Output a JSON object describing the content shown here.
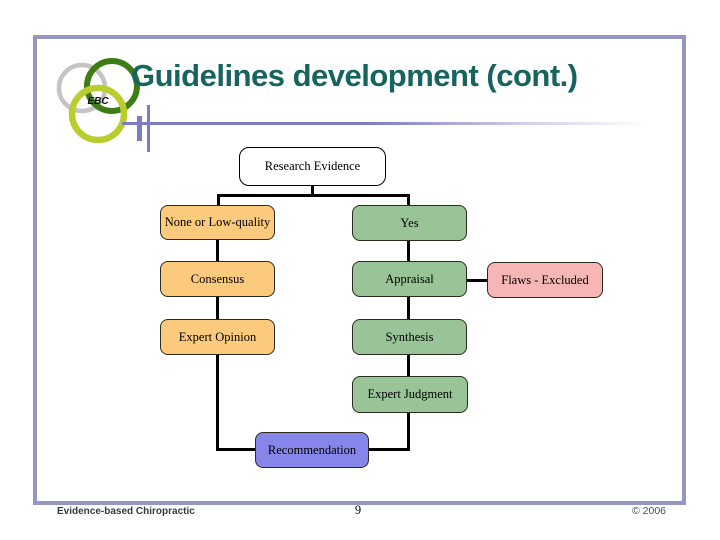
{
  "header": {
    "title": "Guidelines development (cont.)"
  },
  "logo": {
    "text": "EBC"
  },
  "diagram": {
    "type": "flowchart",
    "nodes": {
      "research": {
        "label": "Research Evidence",
        "style": "white"
      },
      "none_low": {
        "label": "None or Low-quality",
        "style": "orange"
      },
      "yes": {
        "label": "Yes",
        "style": "green"
      },
      "consensus": {
        "label": "Consensus",
        "style": "orange"
      },
      "appraisal": {
        "label": "Appraisal",
        "style": "green"
      },
      "flaws": {
        "label": "Flaws - Excluded",
        "style": "pink"
      },
      "expert_opinion": {
        "label": "Expert Opinion",
        "style": "orange"
      },
      "synthesis": {
        "label": "Synthesis",
        "style": "green"
      },
      "expert_judgment": {
        "label": "Expert Judgment",
        "style": "green"
      },
      "recommendation": {
        "label": "Recommendation",
        "style": "blue"
      }
    },
    "edges": [
      "research -> none_low",
      "research -> yes",
      "none_low -> consensus",
      "consensus -> expert_opinion",
      "yes -> appraisal",
      "appraisal -> flaws",
      "appraisal -> synthesis",
      "synthesis -> expert_judgment",
      "expert_opinion -> recommendation",
      "expert_judgment -> recommendation"
    ],
    "colors": {
      "orange": "#FBCA7D",
      "green": "#98C498",
      "pink": "#F7B6B6",
      "blue": "#8686EA",
      "node_border": "#2B2B1F",
      "connector": "#000000"
    }
  },
  "accent": {
    "frame_border": "#9696C2",
    "title_text": "#17635F",
    "decor_line": "#7C7CC4",
    "logo_gray": "#C4C4C4",
    "logo_green": "#3E7D15",
    "logo_yellow_green": "#B9CD2F"
  },
  "footer": {
    "left": "Evidence-based Chiropractic",
    "page_number": "9",
    "right": "© 2006"
  }
}
